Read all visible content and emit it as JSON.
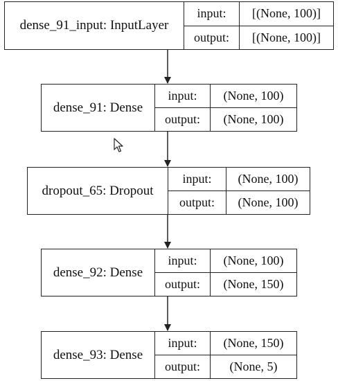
{
  "nodes": [
    {
      "name": "dense_91_input: InputLayer",
      "input_label": "input:",
      "input_value": "[(None, 100)]",
      "output_label": "output:",
      "output_value": "[(None, 100)]"
    },
    {
      "name": "dense_91: Dense",
      "input_label": "input:",
      "input_value": "(None, 100)",
      "output_label": "output:",
      "output_value": "(None, 100)"
    },
    {
      "name": "dropout_65: Dropout",
      "input_label": "input:",
      "input_value": "(None, 100)",
      "output_label": "output:",
      "output_value": "(None, 100)"
    },
    {
      "name": "dense_92: Dense",
      "input_label": "input:",
      "input_value": "(None, 100)",
      "output_label": "output:",
      "output_value": "(None, 150)"
    },
    {
      "name": "dense_93: Dense",
      "input_label": "input:",
      "input_value": "(None, 150)",
      "output_label": "output:",
      "output_value": "(None, 5)"
    }
  ],
  "colors": {
    "line": "#222222",
    "background": "#ffffff"
  }
}
